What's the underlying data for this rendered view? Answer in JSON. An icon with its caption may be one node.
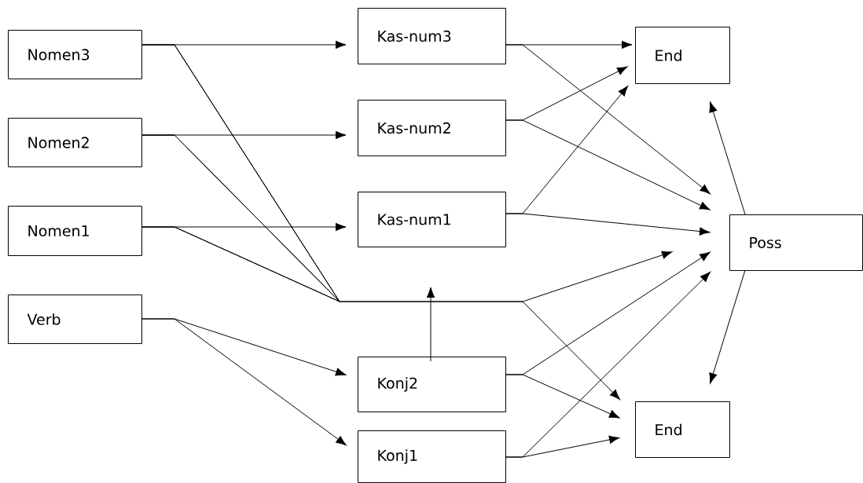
{
  "diagram": {
    "nodes": [
      {
        "text": [
          "Nomen3"
        ]
      },
      {
        "text": [
          "Nomen2"
        ]
      },
      {
        "text": [
          "Nomen1"
        ]
      },
      {
        "text": [
          "Verb"
        ]
      },
      {
        "text": [
          "Kas-num3"
        ]
      },
      {
        "text": [
          "Kas-num2"
        ]
      },
      {
        "text": [
          "Kas-num1"
        ]
      },
      {
        "text": [
          "Konj2"
        ]
      },
      {
        "text": [
          "Konj1"
        ]
      },
      {
        "text": [
          "End"
        ]
      },
      {
        "text": [
          "Poss"
        ]
      },
      {
        "text": [
          "End"
        ]
      }
    ],
    "edges": [
      {
        "from": 0,
        "to": 4,
        "arrow": "to"
      },
      {
        "from": 1,
        "to": 5,
        "arrow": "to"
      },
      {
        "from": 2,
        "to": 6,
        "arrow": "to"
      },
      {
        "from": 0,
        "to": 10,
        "arrow": "to"
      },
      {
        "from": 0,
        "to": 11,
        "arrow": "to"
      },
      {
        "from": 1,
        "to": 10,
        "arrow": "to"
      },
      {
        "from": 1,
        "to": 11,
        "arrow": "to"
      },
      {
        "from": 2,
        "to": 10,
        "arrow": "to"
      },
      {
        "from": 2,
        "to": 11,
        "arrow": "to"
      },
      {
        "from": 3,
        "to": 7,
        "arrow": "to"
      },
      {
        "from": 3,
        "to": 8,
        "arrow": "to"
      },
      {
        "from": 7,
        "to": 6,
        "arrow": "to"
      },
      {
        "from": 4,
        "to": 9,
        "arrow": "to"
      },
      {
        "from": 4,
        "to": 10,
        "arrow": "to"
      },
      {
        "from": 5,
        "to": 9,
        "arrow": "to"
      },
      {
        "from": 5,
        "to": 10,
        "arrow": "to"
      },
      {
        "from": 6,
        "to": 9,
        "arrow": "to"
      },
      {
        "from": 6,
        "to": 10,
        "arrow": "to"
      },
      {
        "from": 7,
        "to": 10,
        "arrow": "to"
      },
      {
        "from": 7,
        "to": 11,
        "arrow": "to"
      },
      {
        "from": 8,
        "to": 10,
        "arrow": "to"
      },
      {
        "from": 8,
        "to": 11,
        "arrow": "to"
      },
      {
        "from": 10,
        "to": 9,
        "arrow": "to"
      },
      {
        "from": 10,
        "to": 11,
        "arrow": "to"
      }
    ]
  }
}
